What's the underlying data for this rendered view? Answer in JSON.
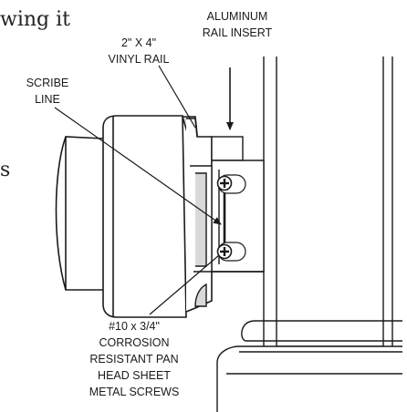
{
  "page_text": {
    "cut_heading_fragment": "wing it",
    "cut_margin_fragment": "s"
  },
  "labels": {
    "aluminum_rail_insert": [
      "ALUMINUM",
      "RAIL INSERT"
    ],
    "vinyl_rail": [
      "2\" X 4\"",
      "VINYL RAIL"
    ],
    "scribe_line": [
      "SCRIBE",
      "LINE"
    ],
    "screws": [
      "#10 x 3/4\"",
      "CORROSION",
      "RESISTANT PAN",
      "HEAD SHEET",
      "METAL SCREWS"
    ]
  },
  "colors": {
    "line": "#1a1a1a",
    "shade": "#d9d9d9",
    "bracket_fill": "#ffffff"
  }
}
